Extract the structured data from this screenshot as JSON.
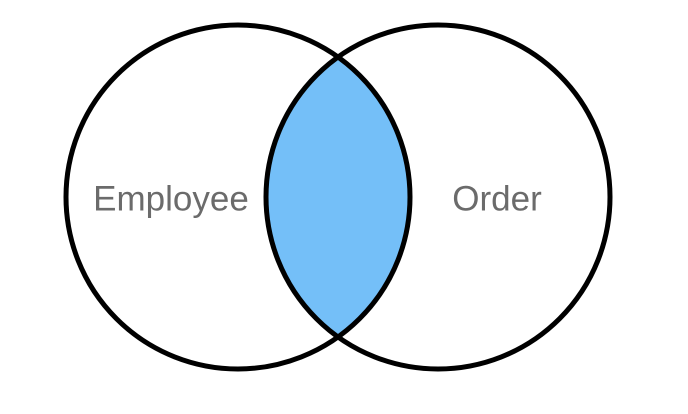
{
  "diagram": {
    "type": "venn",
    "sets": [
      {
        "name": "Employee"
      },
      {
        "name": "Order"
      }
    ],
    "highlighted_region": "intersection",
    "colors": {
      "intersection_fill": "#74bff8",
      "outline": "#000000",
      "label": "#6b6b6b",
      "background": "#ffffff"
    }
  }
}
